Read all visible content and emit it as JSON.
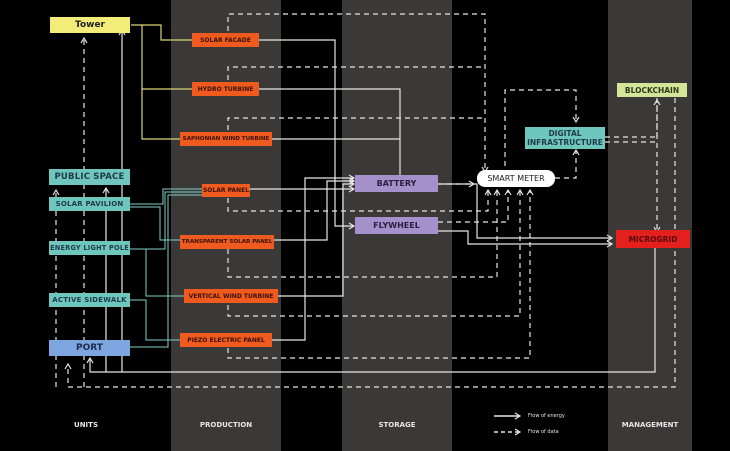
{
  "columns": {
    "units": "UNITS",
    "production": "PRODUCTION",
    "storage": "STORAGE",
    "management": "MANAGEMENT"
  },
  "units": {
    "tower": "Tower",
    "public_space": "PUBLIC SPACE",
    "solar_pavilion": "SOLAR PAVILION",
    "energy_light_pole": "ENERGY LIGHT POLE",
    "active_sidewalk": "ACTIVE SIDEWALK",
    "port": "PORT"
  },
  "production": {
    "solar_facade": "SOLAR FACADE",
    "hydro_turbine": "HYDRO TURBINE",
    "saphonian_wind_turbine": "SAPHONIAN WIND TURBINE",
    "solar_panel": "SOLAR PANEL",
    "transparent_solar_panel": "TRANSPARENT SOLAR PANEL",
    "vertical_wind_turbine": "VERTICAL WIND TURBINE",
    "piezo_electric_panel": "PIEZO ELECTRIC PANEL"
  },
  "storage": {
    "battery": "BATTERY",
    "flywheel": "FLYWHEEL"
  },
  "management": {
    "smart_meter": "SMART METER",
    "digital_infrastructure_line1": "DIGITAL",
    "digital_infrastructure_line2": "INFRASTRUCTURE",
    "blockchain": "BLOCKCHAIN",
    "microgrid": "MICROGRID"
  },
  "legend": {
    "energy": "Flow of energy",
    "data": "Flow of data"
  },
  "colors": {
    "tower": "#f4ec78",
    "units": "#6fc6bd",
    "port": "#7da6e0",
    "production": "#ef5a1e",
    "storage": "#a491cc",
    "blockchain": "#d4e59a",
    "microgrid": "#e3201e",
    "smart_meter": "#ffffff",
    "column_band": "#3b3838",
    "energy_line": "#e6e6e6",
    "tower_link": "#d9d27a",
    "unit_link": "#7fcfc5"
  }
}
